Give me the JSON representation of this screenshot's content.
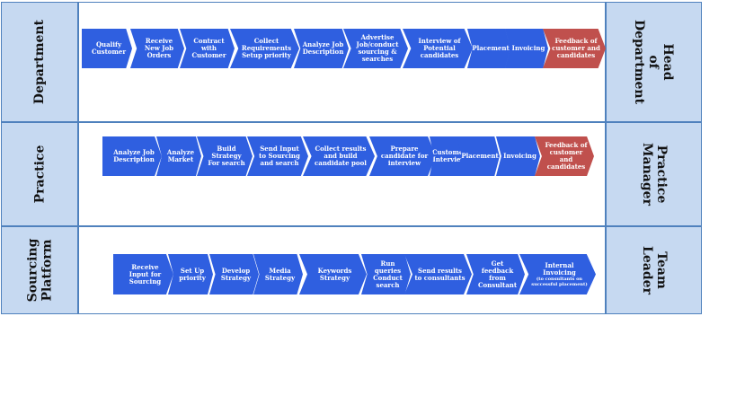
{
  "colors": {
    "accent": "#2f5fe0",
    "highlight": "#c0504d",
    "lane_bg": "#c6d9f1",
    "border": "#4f81bd"
  },
  "lanes": [
    {
      "label": "Department",
      "role": "Head of Department",
      "steps": [
        {
          "text": "Qualify Customer"
        },
        {
          "text": "Receive New Job Orders"
        },
        {
          "text": "Contract with Customer"
        },
        {
          "text": "Collect Requirements Setup priority"
        },
        {
          "text": "Analyze Job Description"
        },
        {
          "text": "Advertise Job/conduct sourcing & searches"
        },
        {
          "text": "Interview of Potential candidates"
        },
        {
          "text": "Placement"
        },
        {
          "text": "Invoicing"
        },
        {
          "text": "Feedback of customer and candidates"
        }
      ]
    },
    {
      "label": "Practice",
      "role": "Practice Manager",
      "steps": [
        {
          "text": "Analyze Job Description"
        },
        {
          "text": "Analyze Market"
        },
        {
          "text": "Build Strategy For search"
        },
        {
          "text": "Send Input to Sourcing and search"
        },
        {
          "text": "Collect results and build candidate pool"
        },
        {
          "text": "Prepare candidate for interview"
        },
        {
          "text": "Customer Interview"
        },
        {
          "text": "Placement"
        },
        {
          "text": "Invoicing"
        },
        {
          "text": "Feedback of customer and candidates"
        }
      ]
    },
    {
      "label": "Sourcing Platform",
      "role": "Team Leader",
      "steps": [
        {
          "text": "Receive Input for Sourcing"
        },
        {
          "text": "Set Up priority"
        },
        {
          "text": "Develop Strategy"
        },
        {
          "text": "Media Strategy"
        },
        {
          "text": "Keywords Strategy"
        },
        {
          "text": "Run queries Conduct search"
        },
        {
          "text": "Send results to consultants"
        },
        {
          "text": "Get feedback from Consultant"
        },
        {
          "text": "Internal Invoicing",
          "note": "(to consultants on successful placement)"
        }
      ]
    }
  ]
}
